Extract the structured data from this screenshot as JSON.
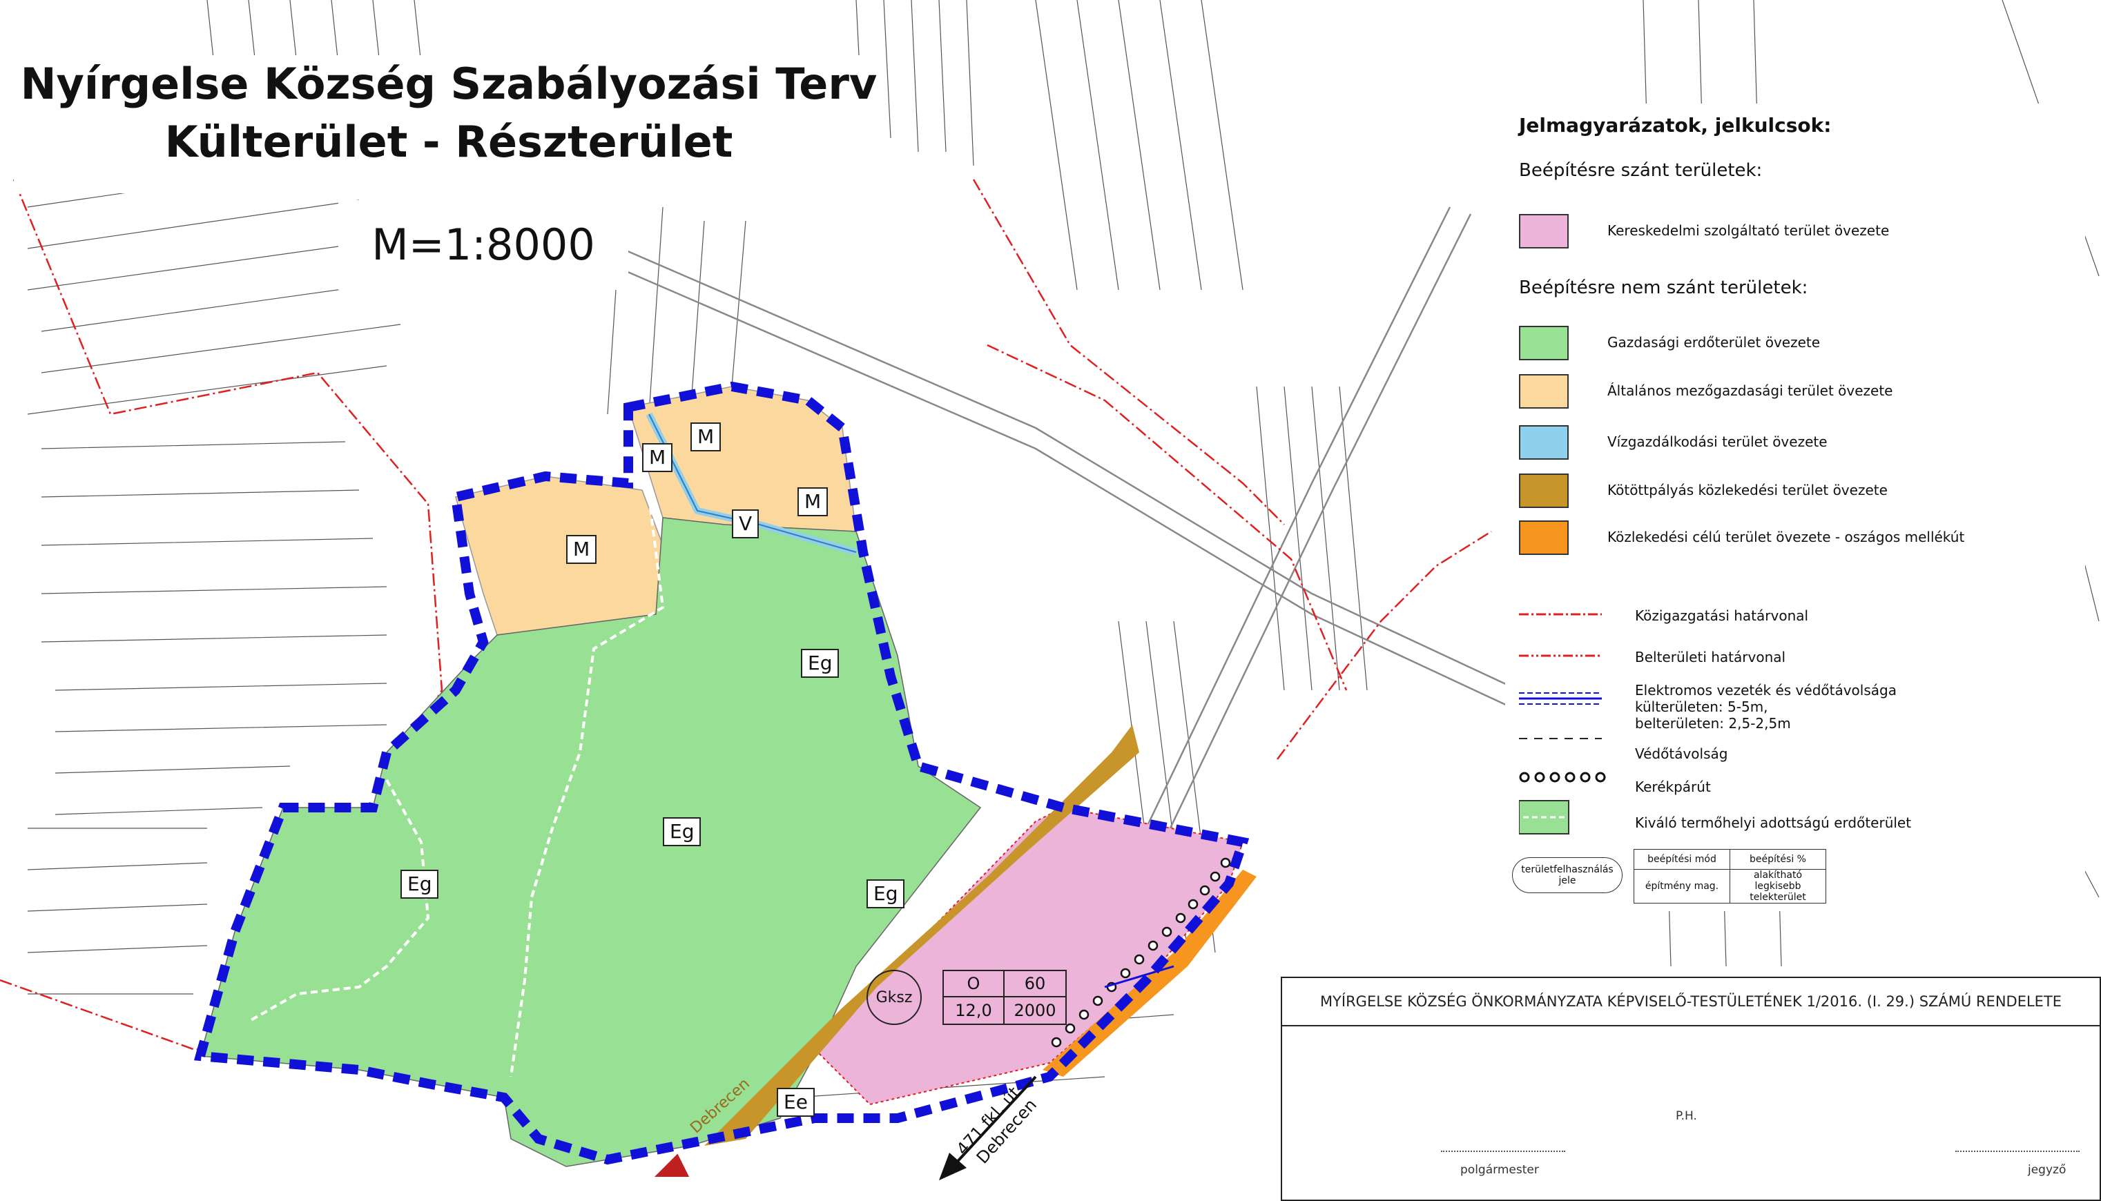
{
  "title": {
    "line1": "Nyírgelse Község Szabályozási Terv",
    "line2": "Külterület - Részterület"
  },
  "scale": "M=1:8000",
  "zones": [
    {
      "code": "M"
    },
    {
      "code": "M"
    },
    {
      "code": "M"
    },
    {
      "code": "M"
    },
    {
      "code": "V"
    },
    {
      "code": "Eg"
    },
    {
      "code": "Eg"
    },
    {
      "code": "Eg"
    },
    {
      "code": "Eg"
    },
    {
      "code": "Ee"
    }
  ],
  "rule_box": {
    "zone": "Gksz",
    "build_mode": "O",
    "build_percent": "60",
    "height": "12,0",
    "min_plot": "2000"
  },
  "road_labels": {
    "debrecen_left": "Debrecen",
    "road_471": "471 fkl. út",
    "debrecen_right": "Debrecen"
  },
  "legend": {
    "title": "Jelmagyarázatok, jelkulcsok:",
    "section_built": "Beépítésre szánt területek:",
    "section_not_built": "Beépítésre nem szánt területek:",
    "items_built": [
      {
        "label": "Kereskedelmi szolgáltató terület övezete",
        "color": "#ecb4d8"
      }
    ],
    "items_not_built": [
      {
        "label": "Gazdasági erdőterület övezete",
        "color": "#97e094"
      },
      {
        "label": "Általános mezőgazdasági terület övezete",
        "color": "#fbd99e"
      },
      {
        "label": "Vízgazdálkodási terület övezete",
        "color": "#8fd0ec"
      },
      {
        "label": "Kötöttpályás közlekedési terület övezete",
        "color": "#c8952a"
      },
      {
        "label": "Közlekedési célú terület övezete - oszágos mellékút",
        "color": "#f7961e"
      }
    ],
    "lines": {
      "admin": "Közigazgatási határvonal",
      "inner": "Belterületi határvonal",
      "power_1": "Elektromos vezeték és védőtávolsága",
      "power_2": "külterületen: 5-5m,",
      "power_3": "belterületen: 2,5-2,5m",
      "protect": "Védőtávolság",
      "bike": "Kerékpárút",
      "forest": "Kiváló termőhelyi adottságú erdőterület"
    },
    "key": {
      "symbol": "területfelhasználás jele",
      "mode": "beépítési mód",
      "percent": "beépítési %",
      "height": "építmény mag.",
      "plot": "alakítható legkisebb telekterület"
    }
  },
  "signature": {
    "header": "MYÍRGELSE KÖZSÉG ÖNKORMÁNYZATA KÉPVISELŐ-TESTÜLETÉNEK 1/2016. (I. 29.) SZÁMÚ RENDELETE",
    "ph": "P.H.",
    "mayor": "polgármester",
    "notary": "jegyző"
  },
  "colors": {
    "pink": "#ecb4d8",
    "green": "#97e094",
    "beige": "#fbd99e",
    "water": "#8fd0ec",
    "rail": "#c8952a",
    "road": "#f7961e",
    "boundary_blue": "#1010d8",
    "admin_red": "#e02020"
  }
}
